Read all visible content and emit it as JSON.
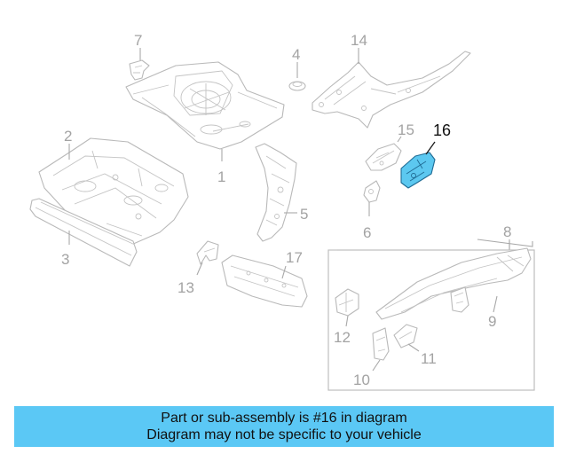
{
  "callouts": {
    "c1": "1",
    "c2": "2",
    "c3": "3",
    "c4": "4",
    "c5": "5",
    "c6": "6",
    "c7": "7",
    "c8": "8",
    "c9": "9",
    "c10": "10",
    "c11": "11",
    "c12": "12",
    "c13": "13",
    "c14": "14",
    "c15": "15",
    "c16": "16",
    "c17": "17"
  },
  "highlight": {
    "part_number": "16",
    "color": "#5bc8f5"
  },
  "banner": {
    "line1": "Part or sub-assembly is #16 in diagram",
    "line2": "Diagram may not be specific to your vehicle",
    "color": "#5bc8f5"
  }
}
